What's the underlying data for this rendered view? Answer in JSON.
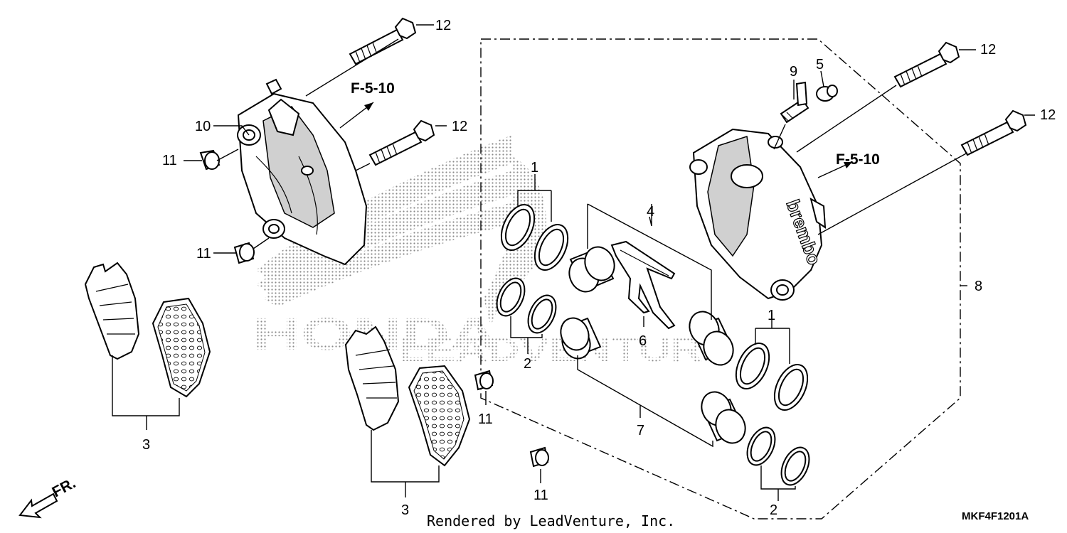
{
  "diagram": {
    "code": "MKF4F1201A",
    "credit": "Rendered by LeadVenture, Inc.",
    "watermark": {
      "brand": "HONDA",
      "sub": "LEADVENTURE"
    },
    "fr_label": "FR.",
    "ref_labels": {
      "left": "F-5-10",
      "right": "F-5-10"
    },
    "callouts": {
      "c12_top": "12",
      "c12_mid": "12",
      "c12_rtop": "12",
      "c12_rmid": "12",
      "c10": "10",
      "c11_a": "11",
      "c11_b": "11",
      "c11_c": "11",
      "c11_d": "11",
      "c9": "9",
      "c5": "5",
      "c1_left": "1",
      "c1_right": "1",
      "c2_left": "2",
      "c2_right": "2",
      "c4": "4",
      "c6": "6",
      "c7": "7",
      "c8": "8",
      "c3_left": "3",
      "c3_mid": "3"
    },
    "caliper_brand": "brembo"
  }
}
